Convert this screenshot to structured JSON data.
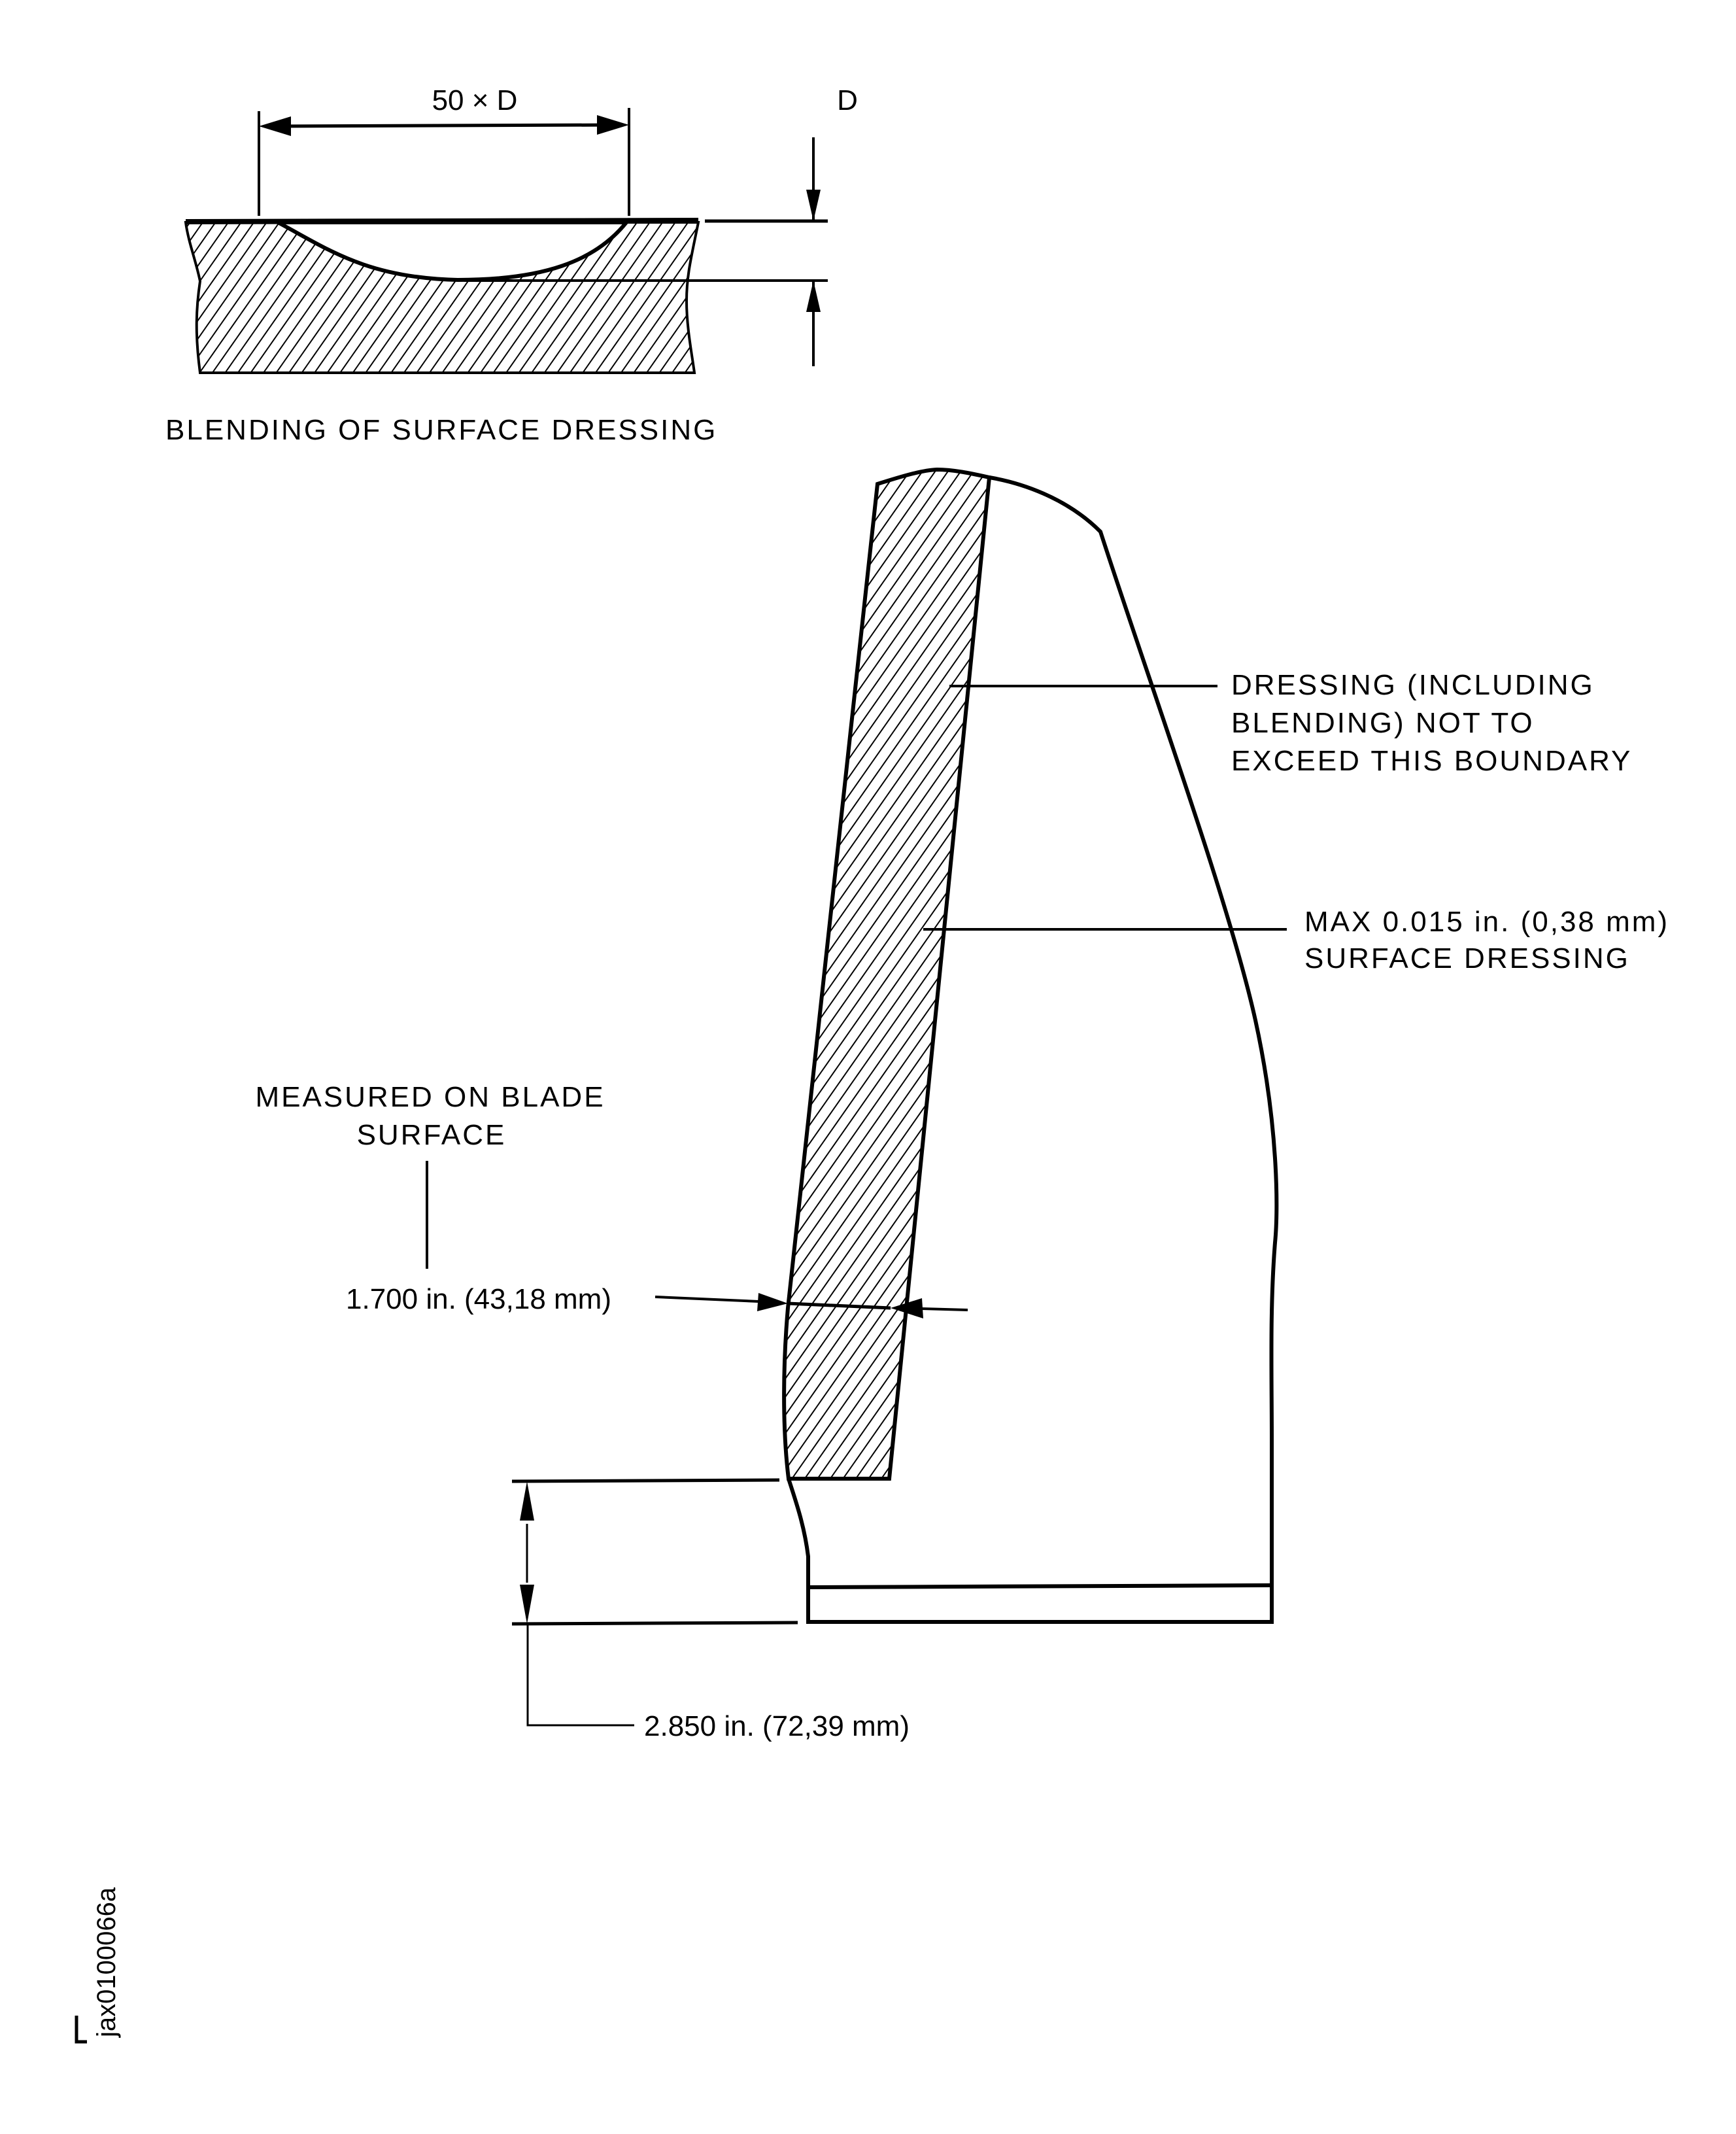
{
  "blending_detail": {
    "width_label": "50 × D",
    "depth_label": "D",
    "caption": "BLENDING OF SURFACE DRESSING"
  },
  "blade": {
    "boundary_callout": [
      "DRESSING (INCLUDING",
      "BLENDING) NOT TO",
      "EXCEED THIS BOUNDARY"
    ],
    "max_callout": [
      "MAX 0.015 in. (0,38 mm)",
      "SURFACE DRESSING"
    ],
    "measured_note": [
      "MEASURED ON BLADE",
      "SURFACE"
    ],
    "width_dimension": "1.700 in. (43,18 mm)",
    "height_dimension": "2.850 in. (72,39 mm)"
  },
  "figure_id": "jax0100066a",
  "colors": {
    "ink": "#000000",
    "paper": "#ffffff"
  }
}
